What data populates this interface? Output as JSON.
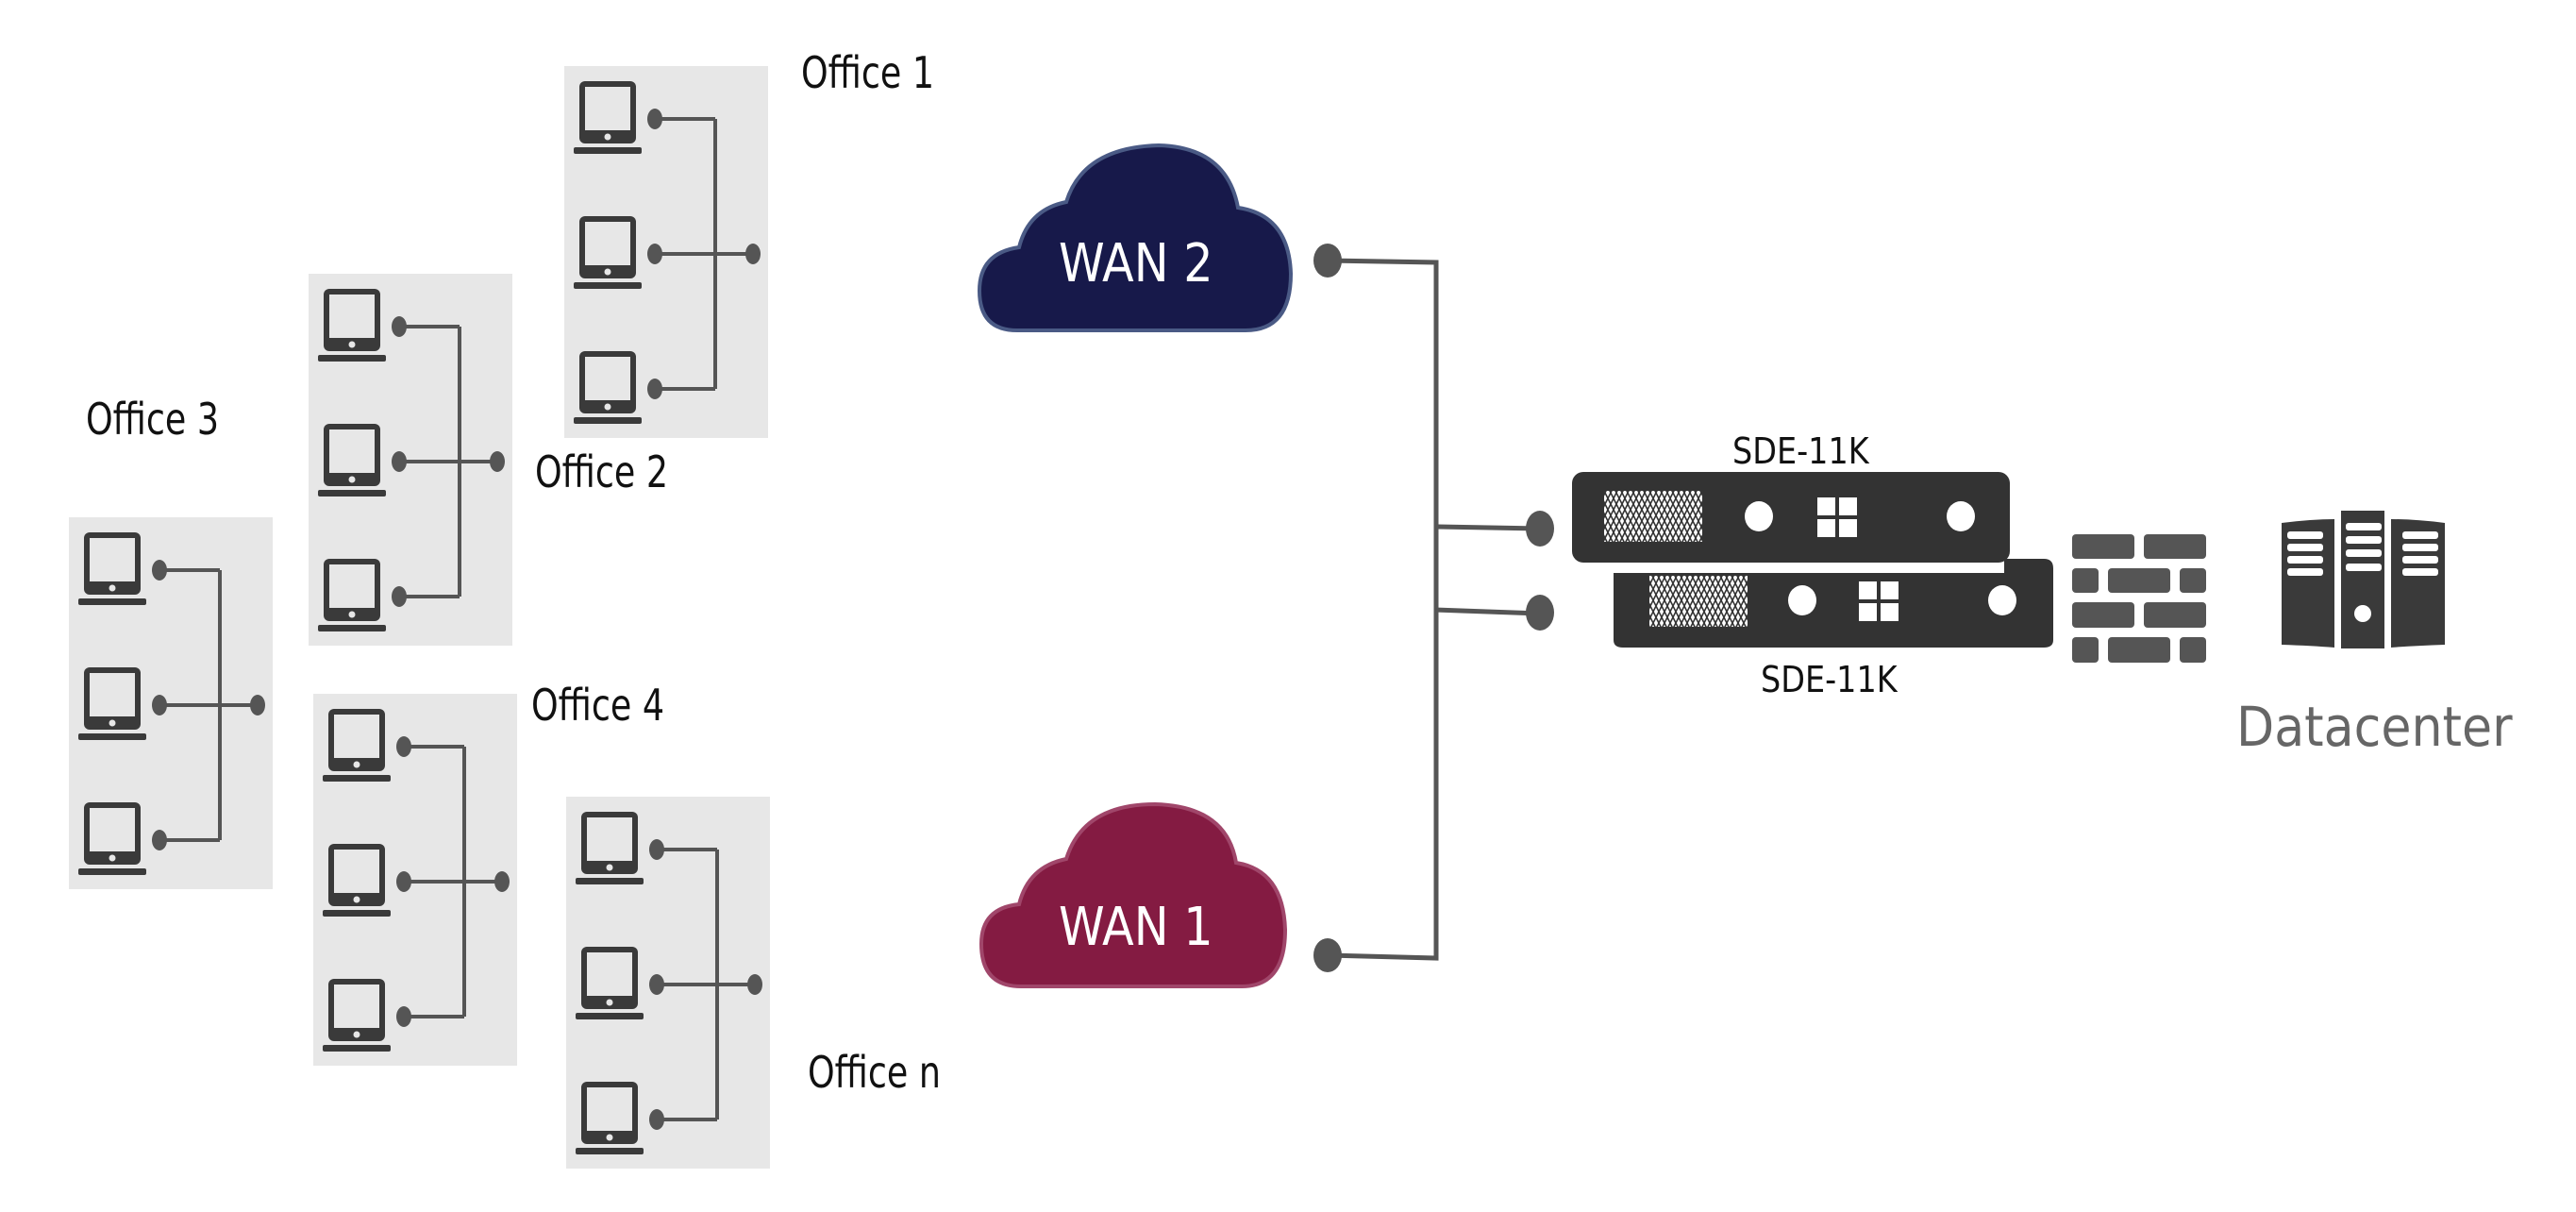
{
  "offices": [
    {
      "id": "office-1",
      "label": "Office 1",
      "devices": 3
    },
    {
      "id": "office-2",
      "label": "Office 2",
      "devices": 3
    },
    {
      "id": "office-3",
      "label": "Office 3",
      "devices": 3
    },
    {
      "id": "office-4",
      "label": "Office 4",
      "devices": 3
    },
    {
      "id": "office-n",
      "label": "Office n",
      "devices": 3
    }
  ],
  "wan": [
    {
      "id": "wan-2",
      "label": "WAN 2",
      "color": "#17194a"
    },
    {
      "id": "wan-1",
      "label": "WAN 1",
      "color": "#841b42"
    }
  ],
  "appliances": [
    {
      "id": "sde-top",
      "label": "SDE-11K"
    },
    {
      "id": "sde-bottom",
      "label": "SDE-11K"
    }
  ],
  "firewall": {
    "icon": "firewall-icon"
  },
  "datacenter": {
    "label": "Datacenter",
    "icon": "server-rack-icon"
  },
  "colors": {
    "icon": "#3a3a3a",
    "line": "#555555",
    "panel": "#e7e7e7",
    "datacenter_text": "#666666"
  }
}
